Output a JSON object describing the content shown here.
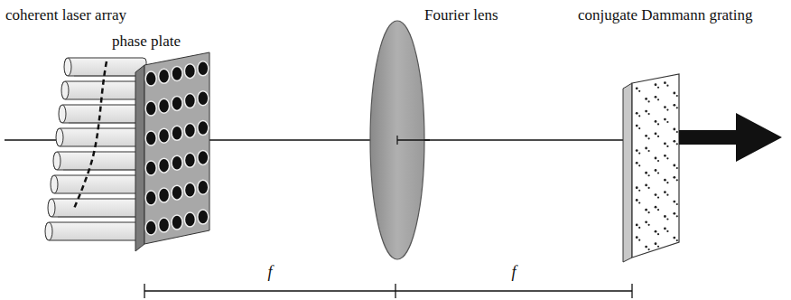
{
  "diagram": {
    "labels": [
      "coherent laser array",
      "phase plate",
      "Fourier lens",
      "conjugate Dammann grating",
      "f",
      "f"
    ]
  }
}
